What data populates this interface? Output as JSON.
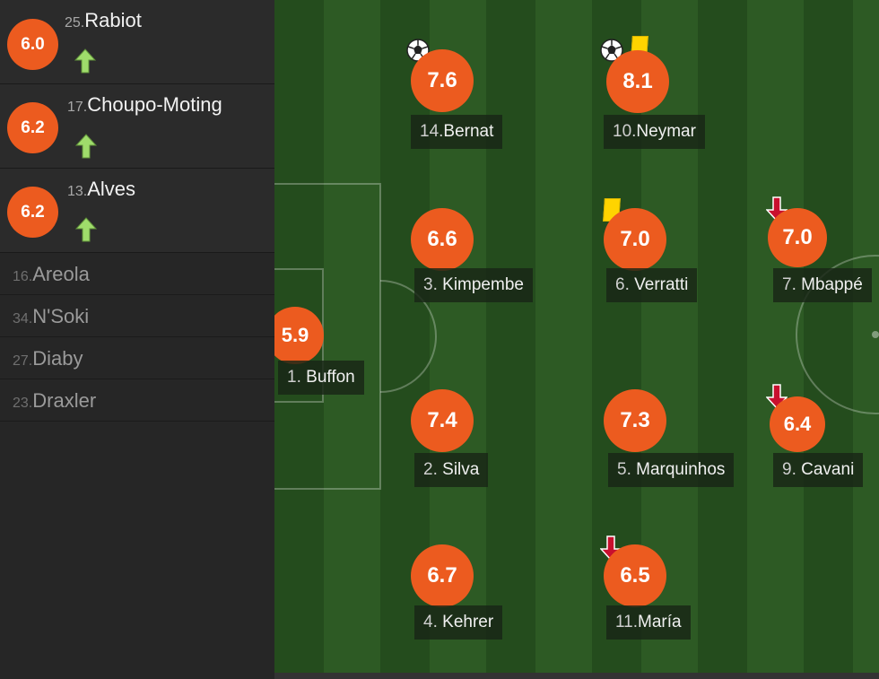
{
  "colors": {
    "rating_bg": "#ec5b1f",
    "pitch_dark": "#244c1d",
    "pitch_light": "#2d5a24",
    "sub_in_arrow": "#9fdc6b",
    "sub_out_arrow": "#c8102e",
    "yellow_card": "#ffd400"
  },
  "substitutes": [
    {
      "number": "25.",
      "name": "Rabiot",
      "rating": "6.0",
      "icon": "sub-in-arrow-icon"
    },
    {
      "number": "17.",
      "name": "Choupo-Moting",
      "rating": "6.2",
      "icon": "sub-in-arrow-icon"
    },
    {
      "number": "13.",
      "name": "Alves",
      "rating": "6.2",
      "icon": "sub-in-arrow-icon"
    }
  ],
  "bench": [
    {
      "number": "16.",
      "name": "Areola"
    },
    {
      "number": "34.",
      "name": "N'Soki"
    },
    {
      "number": "27.",
      "name": "Diaby"
    },
    {
      "number": "23.",
      "name": "Draxler"
    }
  ],
  "lineup": {
    "goalkeeper": {
      "number": "1.",
      "name": "Buffon",
      "rating": "5.9"
    },
    "bernat": {
      "number": "14.",
      "name": "Bernat",
      "rating": "7.6",
      "icons": [
        "ball-icon"
      ]
    },
    "neymar": {
      "number": "10.",
      "name": "Neymar",
      "rating": "8.1",
      "icons": [
        "ball-icon",
        "yellow-card-icon"
      ]
    },
    "kimpembe": {
      "number": "3.",
      "name": "Kimpembe",
      "rating": "6.6"
    },
    "verratti": {
      "number": "6.",
      "name": "Verratti",
      "rating": "7.0",
      "icons": [
        "yellow-card-icon"
      ]
    },
    "mbappe": {
      "number": "7.",
      "name": "Mbappé",
      "rating": "7.0",
      "icons": [
        "sub-out-arrow-icon"
      ]
    },
    "silva": {
      "number": "2.",
      "name": "Silva",
      "rating": "7.4"
    },
    "marquinhos": {
      "number": "5.",
      "name": "Marquinhos",
      "rating": "7.3"
    },
    "cavani": {
      "number": "9.",
      "name": "Cavani",
      "rating": "6.4",
      "icons": [
        "sub-out-arrow-icon"
      ]
    },
    "kehrer": {
      "number": "4.",
      "name": "Kehrer",
      "rating": "6.7"
    },
    "maria": {
      "number": "11.",
      "name": "María",
      "rating": "6.5",
      "icons": [
        "sub-out-arrow-icon"
      ]
    }
  }
}
